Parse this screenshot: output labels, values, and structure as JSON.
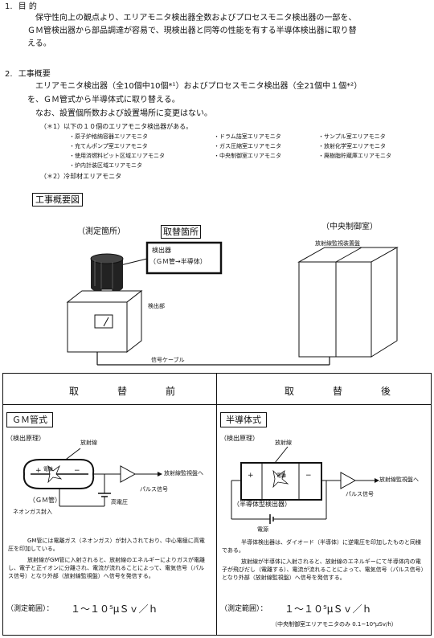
{
  "sec1": {
    "num": "1.",
    "title": "目 的",
    "lines": [
      "保守性向上の観点より、エリアモニタ検出器全数およびプロセスモニタ検出器の一部を、",
      "ＧＭ管検出器から部品調達が容易で、現検出器と同等の性能を有する半導体検出器に取り替",
      "える。"
    ]
  },
  "sec2": {
    "num": "2.",
    "title": "工事概要",
    "line1": "エリアモニタ検出器（全10個中10個*¹）およびプロセスモニタ検出器（全21個中１個*²）",
    "line2": "を、ＧＭ管式から半導体式に取り替える。",
    "line3": "なお、設置個所数および設置場所に変更はない。",
    "note1": "（＊1）以下の１０個のエリアモニタ検出器がある。",
    "monitors": [
      "・原子炉格納容器エリアモニタ",
      "・ドラム詰室エリアモニタ",
      "・サンプル室エリアモニタ",
      "・充てんポンプ室エリアモニタ",
      "・ガス圧縮室エリアモニタ",
      "・放射化学室エリアモニタ",
      "・使用済燃料ピット区域エリアモニタ",
      "・中央制御室エリアモニタ",
      "・廃樹脂貯蔵庫エリアモニタ",
      "・炉内計装区域エリアモニタ"
    ],
    "note2": "（＊2）冷却材エリアモニタ"
  },
  "overview": {
    "title": "工事概要図",
    "measure_label": "（測定箇所）",
    "replace_label": "取替箇所",
    "detector_box": "検出器",
    "detector_box2": "（ＧＭ管→半導体）",
    "detector_part": "検出部",
    "central_label": "（中央制御室）",
    "panel_label": "放射線監視装置盤",
    "cable": "信号ケーブル"
  },
  "before": {
    "header": "取　替　前",
    "type": "ＧＭ管式",
    "principle": "（検出原理）",
    "radiation": "放射線",
    "electron": "電離",
    "to_panel": "放射線監視盤へ",
    "pulse": "パルス信号",
    "gm_tube": "（ＧＭ管）",
    "gas": "ネオンガス封入",
    "hv": "高電圧",
    "desc1": "GM管には電離ガス（ネオンガス）が封入されており、中心電極に高電圧を印加している。",
    "desc2": "放射線がGM管に入射されると、放射線のエネルギーによりガスが電離し、電子と正イオンに分離され、電流が流れることによって、電気信号（パルス信号）となり外部（放射線監視盤）へ信号を発信する。",
    "range_label": "（測定範囲）：",
    "range_value": "１～１０⁵μＳｖ／ｈ"
  },
  "after": {
    "header": "取　替　後",
    "type": "半導体式",
    "principle": "（検出原理）",
    "radiation": "放射線",
    "electron": "電離",
    "to_panel": "放射線監視盤へ",
    "pulse": "パルス信号",
    "semi": "（半導体型検出器）",
    "power": "電源",
    "desc1": "半導体検出器は、ダイオード（半導体）に逆電圧を印加したものと同様である。",
    "desc2": "放射線が半導体に入射されると、放射線のエネルギーにて半導体内の電子が飛びだし（電離する）、電流が流れることによって、電気信号（パルス信号）となり外部（放射線監視盤）へ信号を発信する。",
    "range_label": "（測定範囲）：",
    "range_value": "１～１０⁵μＳｖ／ｈ",
    "range_note": "（中央制御室エリアモニタのみ 0.1~10⁴μSv/h）"
  }
}
